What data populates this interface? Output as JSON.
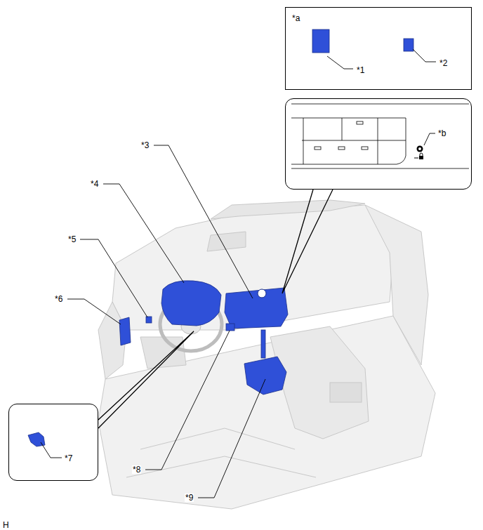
{
  "diagram": {
    "nodes": [
      {
        "text": [
          "*a",
          "*1",
          "*2"
        ]
      },
      {
        "text": [
          "*b"
        ]
      },
      {
        "text": [
          "*7"
        ]
      }
    ],
    "labels": [
      "*3",
      "*4",
      "*5",
      "*6",
      "*8",
      "*9",
      "H"
    ]
  }
}
